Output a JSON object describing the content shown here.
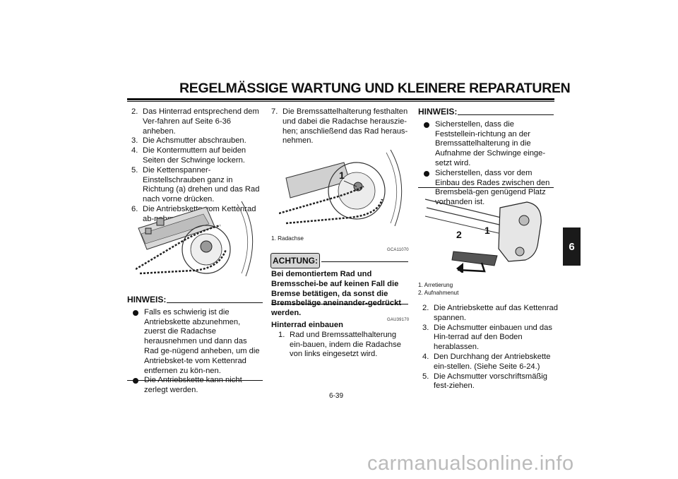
{
  "header": {
    "title": "REGELMÄSSIGE WARTUNG UND KLEINERE REPARATUREN"
  },
  "chapter_tab": "6",
  "col1": {
    "steps": [
      {
        "num": "2.",
        "text": "Das Hinterrad entsprechend dem Ver-fahren auf Seite 6-36 anheben."
      },
      {
        "num": "3.",
        "text": "Die Achsmutter abschrauben."
      },
      {
        "num": "4.",
        "text": "Die Kontermuttern auf beiden Seiten der Schwinge lockern."
      },
      {
        "num": "5.",
        "text": "Die Kettenspanner-Einstellschrauben ganz in Richtung (a) drehen und das Rad nach vorne drücken."
      },
      {
        "num": "6.",
        "text": "Die Antriebskette vom Kettenrad ab-nehmen."
      }
    ],
    "hinweis": {
      "label": "HINWEIS:",
      "bullets": [
        "Falls es schwierig ist die Antriebskette abzunehmen, zuerst die Radachse herausnehmen und dann das Rad ge-nügend anheben, um die Antriebsket-te vom Kettenrad entfernen zu kön-nen.",
        "Die Antriebskette kann nicht zerlegt werden."
      ]
    }
  },
  "col2": {
    "steps": [
      {
        "num": "7.",
        "text": "Die Bremssattelhalterung festhalten und dabei die Radachse herauszie-hen; anschließend das Rad heraus-nehmen."
      }
    ],
    "figure_callout": "1",
    "caption": "1.  Radachse",
    "achtung_code": "GCA11070",
    "achtung_label": "ACHTUNG:",
    "achtung_text": "Bei demontiertem Rad und Bremsschei-be auf keinen Fall die Bremse betätigen, da sonst die Bremsbeläge aneinander-gedrückt werden.",
    "install_code": "GAU39170",
    "install_heading": "Hinterrad einbauen",
    "install_steps": [
      {
        "num": "1.",
        "text": "Rad und Bremssattelhalterung ein-bauen, indem die Radachse von links eingesetzt wird."
      }
    ]
  },
  "col3": {
    "hinweis": {
      "label": "HINWEIS:",
      "bullets": [
        "Sicherstellen, dass die Feststellein-richtung an der Bremssattelhalterung in die Aufnahme der Schwinge einge-setzt wird.",
        "Sicherstellen, dass vor dem Einbau des Rades zwischen den Bremsbelä-gen genügend Platz vorhanden ist."
      ]
    },
    "figure_callouts": [
      "2",
      "1"
    ],
    "captions": [
      "1.  Arretierung",
      "2.  Aufnahmenut"
    ],
    "steps": [
      {
        "num": "2.",
        "text": "Die Antriebskette auf das Kettenrad spannen."
      },
      {
        "num": "3.",
        "text": "Die Achsmutter einbauen und das Hin-terrad auf den Boden herablassen."
      },
      {
        "num": "4.",
        "text": "Den Durchhang der Antriebskette ein-stellen. (Siehe Seite 6-24.)"
      },
      {
        "num": "5.",
        "text": "Die Achsmutter vorschriftsmäßig fest-ziehen."
      }
    ]
  },
  "page_number": "6-39",
  "watermark": "carmanualsonline.info"
}
